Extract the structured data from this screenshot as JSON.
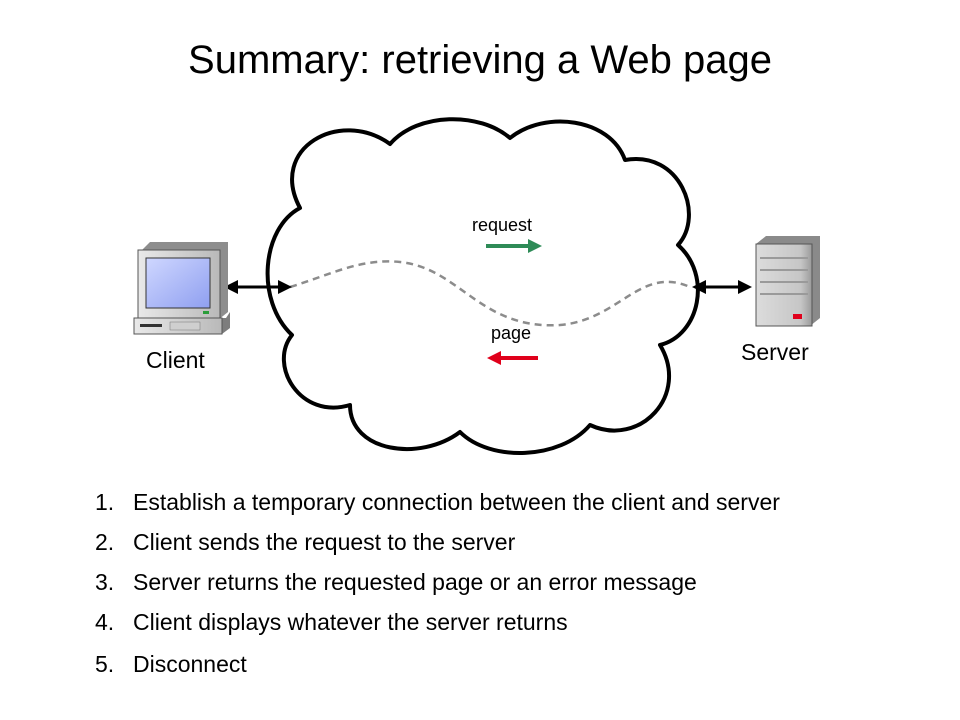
{
  "slide": {
    "title": "Summary:  retrieving a Web page"
  },
  "diagram": {
    "client_label": "Client",
    "server_label": "Server",
    "request_label": "request",
    "page_label": "page",
    "colors": {
      "request_arrow": "#2e8b57",
      "page_arrow": "#e0001b",
      "cloud_stroke": "#000000",
      "connection_line": "#8c8c8c"
    },
    "icons": [
      "computer-icon",
      "server-icon",
      "cloud-icon"
    ]
  },
  "steps": [
    {
      "num": "1.",
      "text": "Establish a temporary connection between the client and server"
    },
    {
      "num": "2.",
      "text": "Client sends the request to the server"
    },
    {
      "num": "3.",
      "text": "Server returns the requested page or an error message"
    },
    {
      "num": "4.",
      "text": "Client displays whatever the server returns"
    },
    {
      "num": "5.",
      "text": "Disconnect"
    }
  ]
}
